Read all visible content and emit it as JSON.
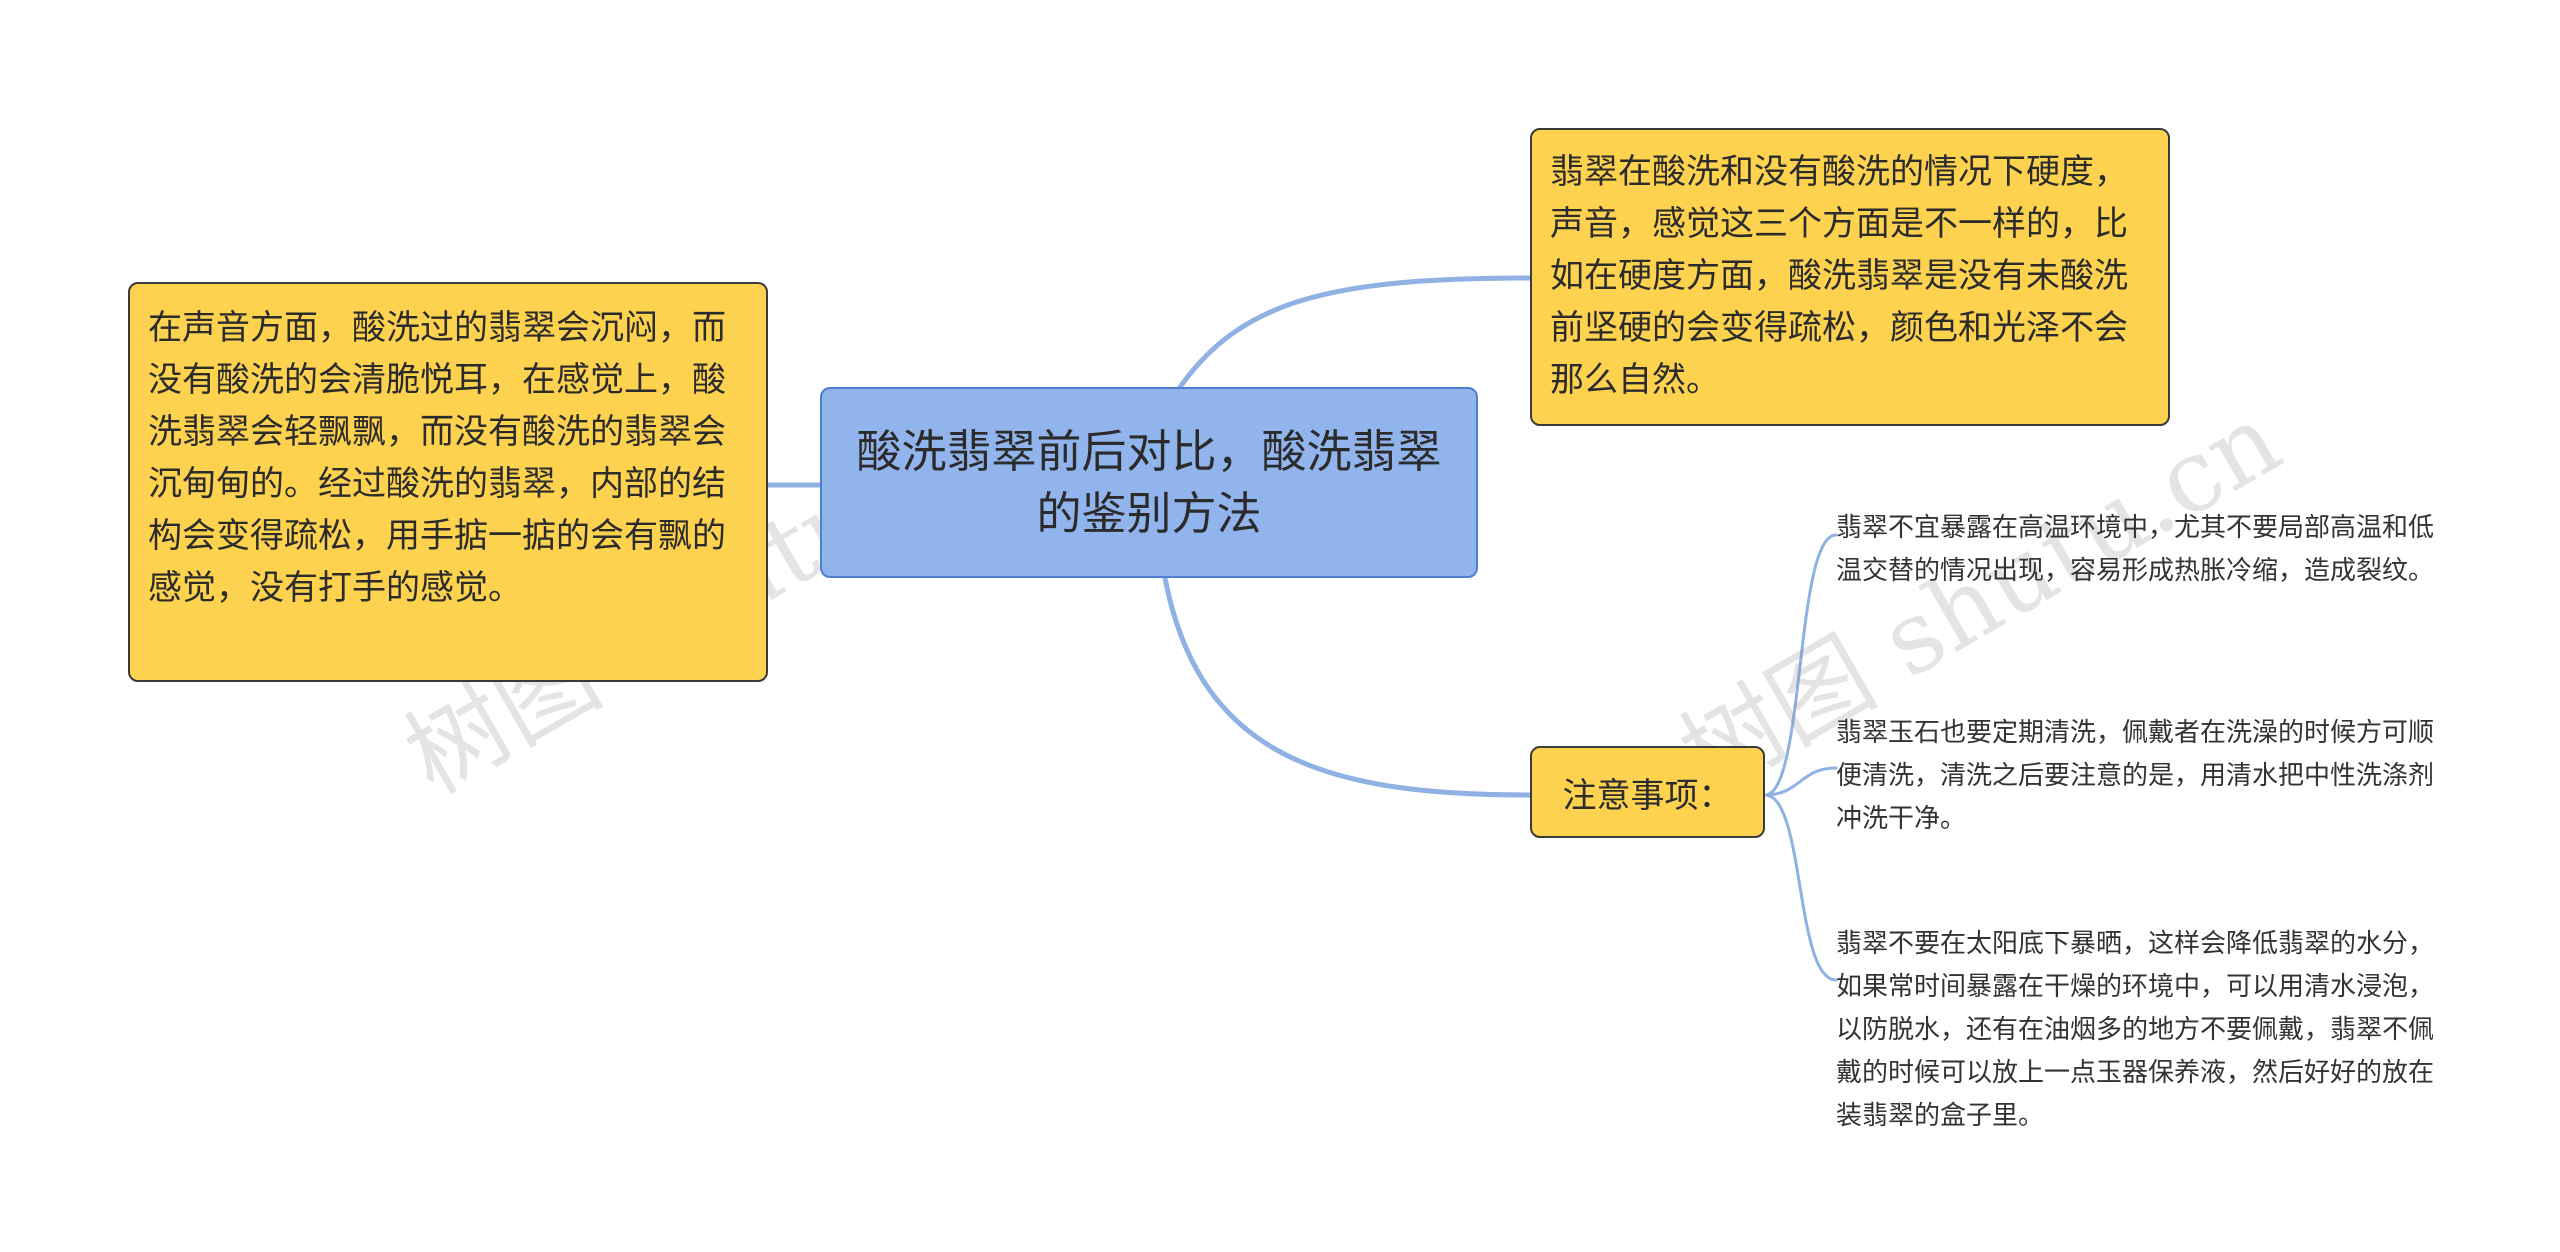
{
  "central_topic": "酸洗翡翠前后对比，酸洗翡翠的鉴别方法",
  "left_topic": "在声音方面，酸洗过的翡翠会沉闷，而没有酸洗的会清脆悦耳，在感觉上，酸洗翡翠会轻飘飘，而没有酸洗的翡翠会沉甸甸的。经过酸洗的翡翠，内部的结构会变得疏松，用手掂一掂的会有飘的感觉，没有打手的感觉。",
  "right_topic": "翡翠在酸洗和没有酸洗的情况下硬度，声音，感觉这三个方面是不一样的，比如在硬度方面，酸洗翡翠是没有未酸洗前坚硬的会变得疏松，颜色和光泽不会那么自然。",
  "notes": {
    "label": "注意事项：",
    "items": [
      "翡翠不宜暴露在高温环境中，尤其不要局部高温和低温交替的情况出现，容易形成热胀冷缩，造成裂纹。",
      "翡翠玉石也要定期清洗，佩戴者在洗澡的时候方可顺便清洗，清洗之后要注意的是，用清水把中性洗涤剂冲洗干净。",
      "翡翠不要在太阳底下暴晒，这样会降低翡翠的水分，如果常时间暴露在干燥的环境中，可以用清水浸泡，以防脱水，还有在油烟多的地方不要佩戴，翡翠不佩戴的时候可以放上一点玉器保养液，然后好好的放在装翡翠的盒子里。"
    ]
  },
  "watermark": "树图 shutu.cn",
  "colors": {
    "central_fill": "#91b4ec",
    "topic_fill": "#fdd24f",
    "connector": "#8fb1e3"
  }
}
